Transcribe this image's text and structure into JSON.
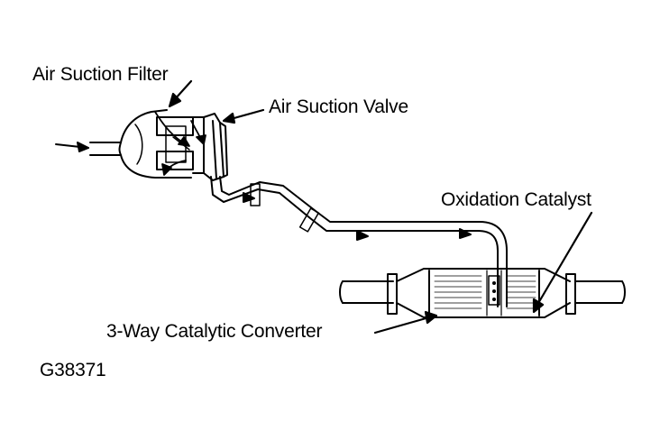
{
  "labels": {
    "air_suction_filter": "Air Suction Filter",
    "air_suction_valve": "Air Suction Valve",
    "oxidation_catalyst": "Oxidation Catalyst",
    "three_way_converter": "3-Way Catalytic Converter",
    "figure_code": "G38371"
  },
  "colors": {
    "ink": "#000000",
    "background": "#ffffff"
  }
}
